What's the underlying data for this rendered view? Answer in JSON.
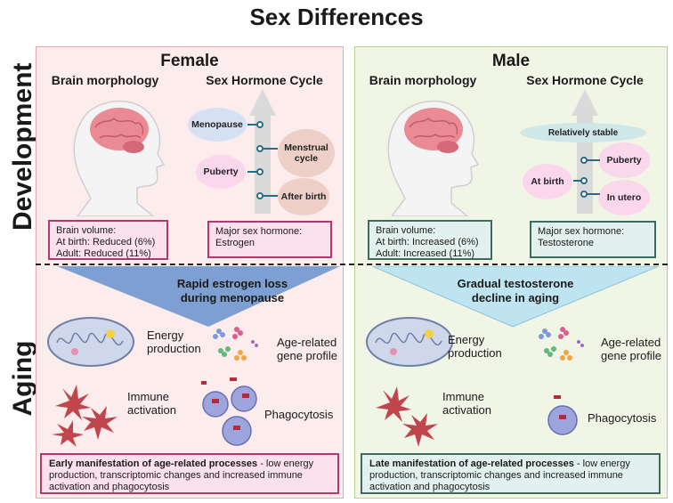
{
  "title": "Sex Differences",
  "row_labels": {
    "development": "Development",
    "aging": "Aging"
  },
  "female": {
    "title": "Female",
    "brain_morphology": "Brain morphology",
    "hormone_cycle": "Sex Hormone Cycle",
    "stages": {
      "menopause": "Menopause",
      "menstrual": "Menstrual cycle",
      "puberty": "Puberty",
      "after_birth": "After birth"
    },
    "brain_volume": {
      "line1": "Brain volume:",
      "line2": "At birth: Reduced (6%)",
      "line3": "Adult: Reduced (11%)"
    },
    "hormone": {
      "line1": "Major sex hormone:",
      "line2": "Estrogen"
    },
    "triangle": {
      "line1": "Rapid estrogen loss",
      "line2": "during menopause"
    },
    "features": {
      "energy1": "Energy",
      "energy2": "production",
      "gene1": "Age-related",
      "gene2": "gene profile",
      "immune1": "Immune",
      "immune2": "activation",
      "phago": "Phagocytosis"
    },
    "summary_bold": "Early manifestation of age-related processes",
    "summary_rest": " - low energy production, transcriptomic changes and increased immune activation and phagocytosis"
  },
  "male": {
    "title": "Male",
    "brain_morphology": "Brain morphology",
    "hormone_cycle": "Sex Hormone Cycle",
    "stages": {
      "stable": "Relatively stable",
      "puberty": "Puberty",
      "at_birth": "At birth",
      "in_utero": "In utero"
    },
    "brain_volume": {
      "line1": "Brain volume:",
      "line2": "At birth: Increased (6%)",
      "line3": "Adult: Increased (11%)"
    },
    "hormone": {
      "line1": "Major sex hormone:",
      "line2": "Testosterone"
    },
    "triangle": {
      "line1": "Gradual testosterone",
      "line2": "decline in aging"
    },
    "features": {
      "energy1": "Energy",
      "energy2": "production",
      "gene1": "Age-related",
      "gene2": "gene profile",
      "immune1": "Immune",
      "immune2": "activation",
      "phago": "Phagocytosis"
    },
    "summary_bold": "Late manifestation of age-related processes",
    "summary_rest": " - low energy production, transcriptomic changes and increased immune activation and phagocytosis"
  },
  "colors": {
    "female_bg": "#fdecec",
    "male_bg": "#f1f5e6",
    "female_box": "#b03a6b",
    "male_box": "#3d6b5f",
    "female_triangle": "#7e9fd1",
    "male_triangle": "#bfe4f1",
    "menopause": "#d7e1f4",
    "menstrual": "#edcfc8",
    "pink_stage": "#fbd7ec",
    "stable": "#cfe7e7"
  }
}
